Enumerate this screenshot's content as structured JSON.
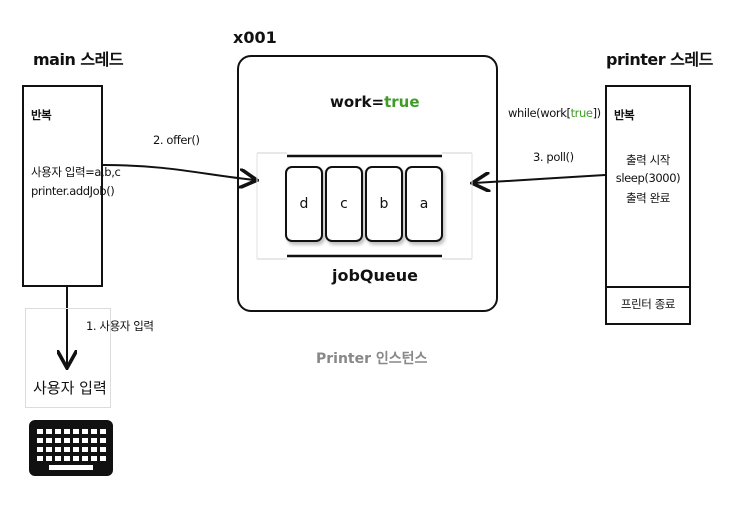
{
  "main_thread": {
    "title": "main 스레드",
    "loop_label": "반복",
    "input_line": "사용자 입력=a,b,c",
    "call_line": "printer.addJob()"
  },
  "instance": {
    "id": "x001",
    "work_label": "work=",
    "work_value": "true",
    "queue_label": "jobQueue",
    "queue_items": [
      "d",
      "c",
      "b",
      "a"
    ],
    "caption": "Printer 인스턴스"
  },
  "printer_thread": {
    "title": "printer 스레드",
    "loop_label": "반복",
    "lines": [
      "출력 시작",
      "sleep(3000)",
      "출력 완료"
    ],
    "footer": "프린터 종료"
  },
  "arrows": {
    "offer": "2. offer()",
    "poll": "3. poll()",
    "while_prefix": "while(work[",
    "while_value": "true",
    "while_suffix": "])",
    "user_input_step": "1. 사용자 입력"
  },
  "user_input_box": {
    "label": "사용자 입력"
  },
  "icons": {
    "keyboard": "keyboard-icon"
  },
  "colors": {
    "accent_green": "#3f9d27",
    "caption_gray": "#888888"
  }
}
